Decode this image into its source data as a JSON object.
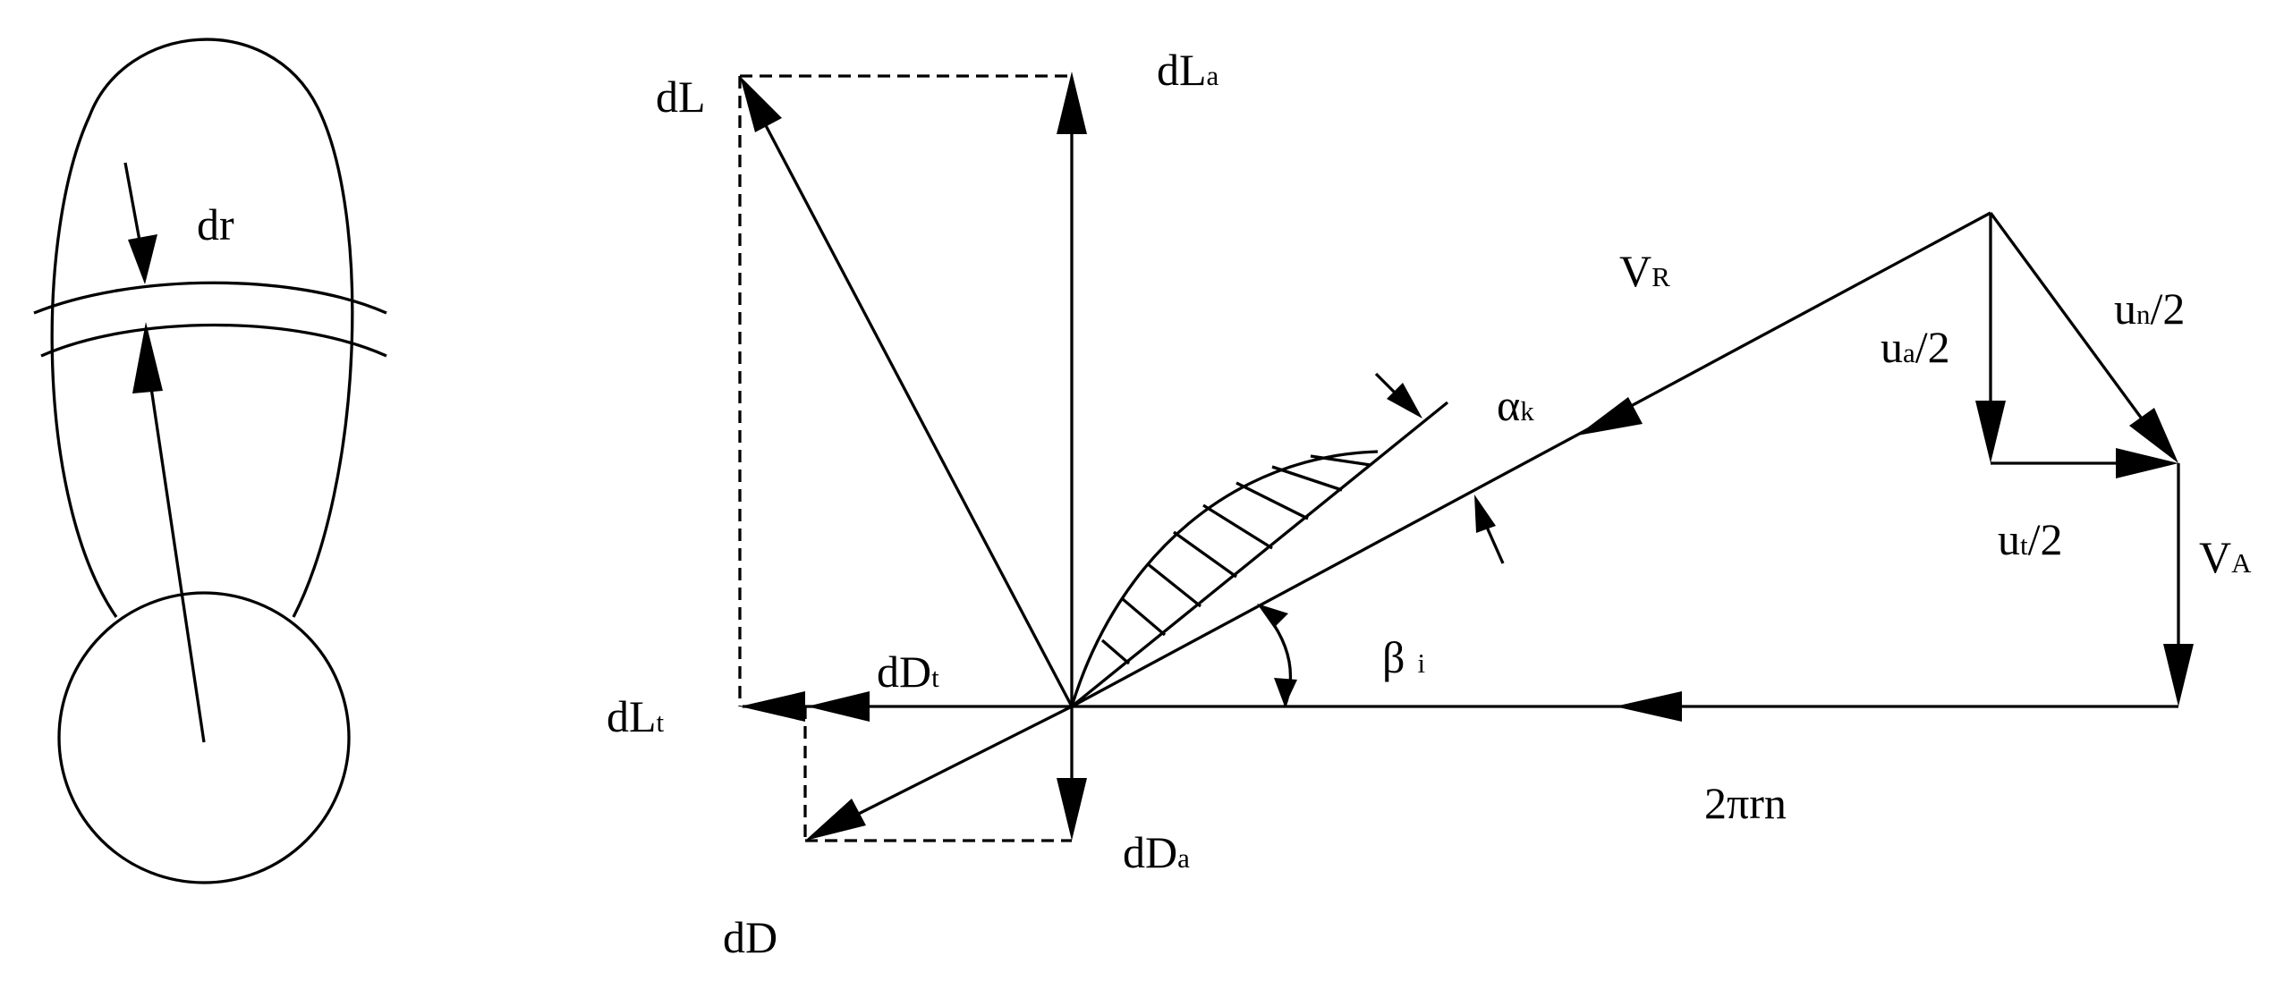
{
  "labels": {
    "dr": "dr",
    "dL": "dL",
    "dLa_main": "dL",
    "dLa_sub": "a",
    "dLt_main": "dL",
    "dLt_sub": "t",
    "dDt_main": "dD",
    "dDt_sub": "t",
    "dDa_main": "dD",
    "dDa_sub": "a",
    "dD": "dD",
    "VR_main": "V",
    "VR_sub": "R",
    "alpha_main": "α",
    "alpha_sub": "k",
    "beta_main": "β",
    "beta_sub": "i",
    "ua_main": "u",
    "ua_sub": "a",
    "ua_rest": "/2",
    "un_main": "u",
    "un_sub": "n",
    "un_rest": "/2",
    "ut_main": "u",
    "ut_sub": "t",
    "ut_rest": "/2",
    "VA_main": "V",
    "VA_sub": "A",
    "two_pi_rn": "2πrn"
  },
  "colors": {
    "line": "#000000",
    "background": "#ffffff"
  }
}
